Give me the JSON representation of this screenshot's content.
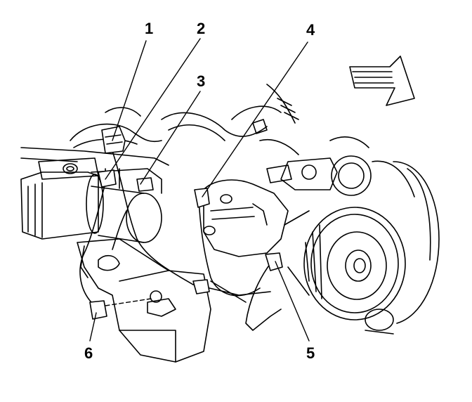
{
  "callouts": [
    {
      "id": "1",
      "label": "1"
    },
    {
      "id": "2",
      "label": "2"
    },
    {
      "id": "3",
      "label": "3"
    },
    {
      "id": "4",
      "label": "4"
    },
    {
      "id": "5",
      "label": "5"
    },
    {
      "id": "6",
      "label": "6"
    }
  ],
  "colors": {
    "line": "#000000",
    "fill": "#ffffff"
  },
  "icons": {
    "direction_arrow": "front-direction-arrow-icon"
  }
}
